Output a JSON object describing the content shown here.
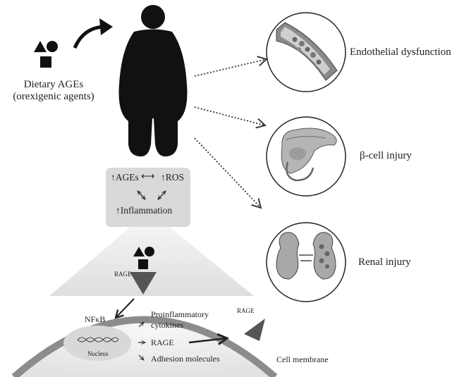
{
  "source": {
    "line1": "Dietary AGEs",
    "line2": "(orexigenic agents)"
  },
  "box": {
    "ages": "↑AGEs",
    "arrow_lr": "⟷",
    "ros": "↑ROS",
    "inflammation": "↑Inflammation"
  },
  "outcomes": [
    {
      "label": "Endothelial dysfunction"
    },
    {
      "label": "β-cell injury"
    },
    {
      "label": "Renal injury"
    }
  ],
  "cell": {
    "rage_left": "RAGE",
    "rage_right": "RAGE",
    "nfkb": "NFκB",
    "nucleus": "Nucleus",
    "proinflammatory_1": "Proinflammatory",
    "proinflammatory_2": "cytokines",
    "rage_item": "RAGE",
    "adhesion": "Adhesion molecules",
    "membrane": "Cell membrane"
  },
  "colors": {
    "ink": "#1c1c1c",
    "box_fill": "#d9d9d9",
    "membrane": "#8c8c8c",
    "cone": "#ebebeb",
    "nucleus": "#dcdcdc"
  }
}
